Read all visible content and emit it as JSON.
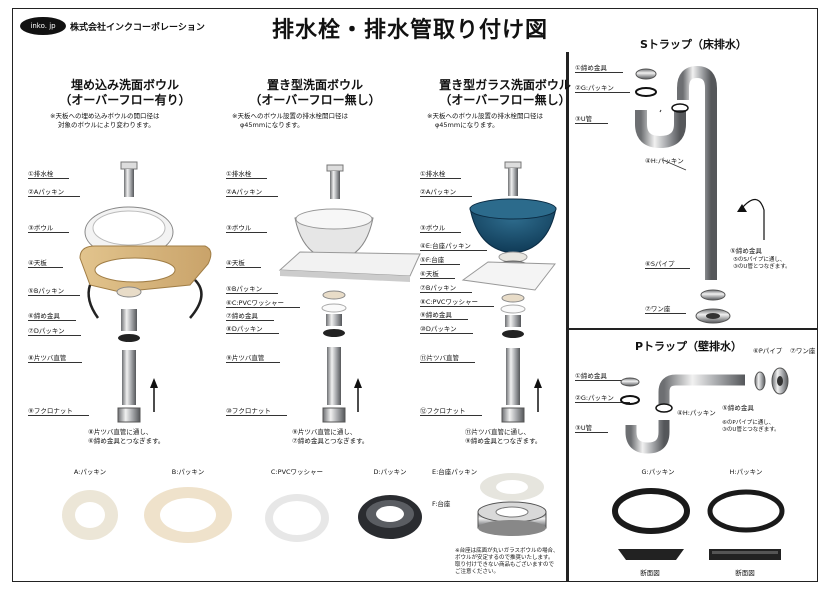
{
  "header": {
    "logo": "inko. jp",
    "company": "株式会社インクコーポレーション",
    "title": "排水栓・排水管取り付け図"
  },
  "columns": [
    {
      "title_line1": "埋め込み洗面ボウル",
      "title_line2": "（オーバーフロー有り）",
      "note_line1": "※天板への埋め込みボウルの開口径は",
      "note_line2": "対象のボウルにより変わります。",
      "labels": [
        "①排水栓",
        "②Aパッキン",
        "③ボウル",
        "④天板",
        "⑤Bパッキン",
        "⑥締め金具",
        "⑦Dパッキン",
        "⑧片ツバ直管",
        "⑨フクロナット"
      ],
      "foot_line1": "⑧片ツバ直管に通し、",
      "foot_line2": "⑥締め金具とつなぎます。"
    },
    {
      "title_line1": "置き型洗面ボウル",
      "title_line2": "（オーバーフロー無し）",
      "note_line1": "※天板へのボウル設置の排水栓開口径は",
      "note_line2": "φ45mmになります。",
      "labels": [
        "①排水栓",
        "②Aパッキン",
        "③ボウル",
        "④天板",
        "⑤Bパッキン",
        "⑥C:PVCワッシャー",
        "⑦締め金具",
        "⑧Dパッキン",
        "⑨片ツバ直管",
        "⑩フクロナット"
      ],
      "foot_line1": "⑨片ツバ直管に通し、",
      "foot_line2": "⑦締め金具とつなぎます。"
    },
    {
      "title_line1": "置き型ガラス洗面ボウル",
      "title_line2": "（オーバーフロー無し）",
      "note_line1": "※天板へのボウル設置の排水栓開口径は",
      "note_line2": "φ45mmになります。",
      "labels": [
        "①排水栓",
        "②Aパッキン",
        "③ボウル",
        "④E:台座パッキン",
        "⑤F:台座",
        "⑥天板",
        "⑦Bパッキン",
        "⑧C:PVCワッシャー",
        "⑨締め金具",
        "⑩Dパッキン",
        "⑪片ツバ直管",
        "⑫フクロナット"
      ],
      "foot_line1": "⑪片ツバ直管に通し、",
      "foot_line2": "⑨締め金具とつなぎます。"
    }
  ],
  "parts": {
    "a": "A:パッキン",
    "b": "B:パッキン",
    "c": "C:PVCワッシャー",
    "d": "D:パッキン",
    "e": "E:台座パッキン",
    "f": "F:台座",
    "note_line1": "※台座は底面が丸いガラスボウルの場合、",
    "note_line2": "ボウルが安定するので推奨いたします。",
    "note_line3": "取り付けできない商品もございますので",
    "note_line4": "ご注意ください。"
  },
  "strap": {
    "title": "Sトラップ（床排水）",
    "l1": "①締め金具",
    "l2": "②G:パッキン",
    "l3": "③U管",
    "l4": "④H:パッキン",
    "l5": "⑤締め金具",
    "l6": "⑥Sパイプ",
    "l7": "⑦ワン座",
    "n1": "⑤のSパイプに通し、",
    "n2": "③のU管とつなぎます。"
  },
  "ptrap": {
    "title": "Pトラップ（壁排水）",
    "l1": "①締め金具",
    "l2": "②G:パッキン",
    "l3": "③U管",
    "l4": "④H:パッキン",
    "l5": "⑤締め金具",
    "l6": "⑥Pパイプ",
    "l7": "⑦ワン座",
    "n1": "⑥のPパイプに通し、",
    "n2": "③のU管とつなぎます。"
  },
  "gaskets": {
    "g": "G:パッキン",
    "h": "H:パッキン",
    "section": "断面図"
  }
}
